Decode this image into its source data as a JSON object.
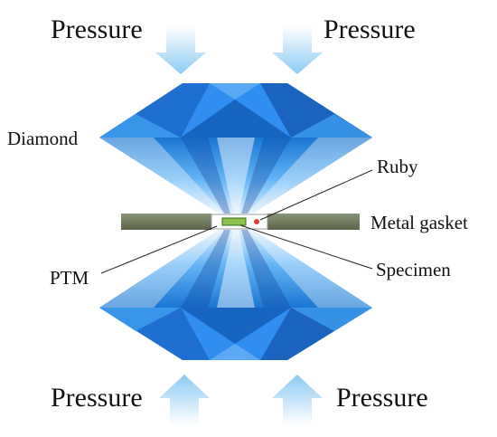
{
  "labels": {
    "pressure_top_left": "Pressure",
    "pressure_top_right": "Pressure",
    "pressure_bottom_left": "Pressure",
    "pressure_bottom_right": "Pressure",
    "diamond": "Diamond",
    "ruby": "Ruby",
    "metal_gasket": "Metal gasket",
    "ptm": "PTM",
    "specimen": "Specimen"
  },
  "colors": {
    "arrow": "#9fd2f5",
    "diamond_dark": "#1565c0",
    "diamond_mid": "#2196f3",
    "diamond_light": "#cfe9fb",
    "gasket": "#6f7a5e",
    "specimen": "#8bc34a",
    "ruby": "#e53935"
  }
}
